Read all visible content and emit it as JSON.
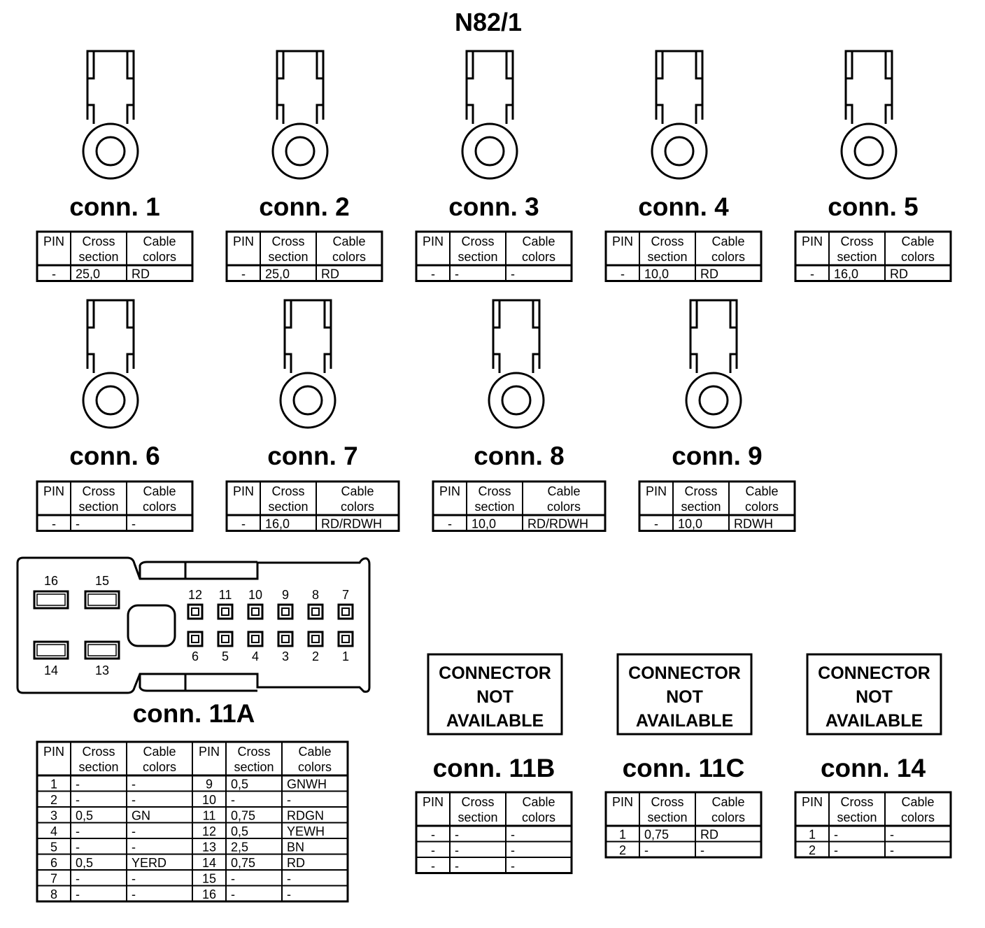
{
  "title": "N82/1",
  "headers": {
    "pin": "PIN",
    "cross": [
      "Cross",
      "section"
    ],
    "colors": [
      "Cable",
      "colors"
    ]
  },
  "ring_connectors": [
    {
      "label": "conn. 1",
      "rows": [
        [
          "-",
          "25,0",
          "RD"
        ]
      ]
    },
    {
      "label": "conn. 2",
      "rows": [
        [
          "-",
          "25,0",
          "RD"
        ]
      ]
    },
    {
      "label": "conn. 3",
      "rows": [
        [
          "-",
          "-",
          "-"
        ]
      ]
    },
    {
      "label": "conn. 4",
      "rows": [
        [
          "-",
          "10,0",
          "RD"
        ]
      ]
    },
    {
      "label": "conn. 5",
      "rows": [
        [
          "-",
          "16,0",
          "RD"
        ]
      ]
    },
    {
      "label": "conn. 6",
      "rows": [
        [
          "-",
          "-",
          "-"
        ]
      ]
    },
    {
      "label": "conn. 7",
      "rows": [
        [
          "-",
          "16,0",
          "RD/RDWH"
        ]
      ]
    },
    {
      "label": "conn. 8",
      "rows": [
        [
          "-",
          "10,0",
          "RD/RDWH"
        ]
      ]
    },
    {
      "label": "conn. 9",
      "rows": [
        [
          "-",
          "10,0",
          "RDWH"
        ]
      ]
    }
  ],
  "conn_11a": {
    "label": "conn. 11A",
    "pin_labels": {
      "top_row": [
        "12",
        "11",
        "10",
        "9",
        "8",
        "7"
      ],
      "bottom_row": [
        "6",
        "5",
        "4",
        "3",
        "2",
        "1"
      ],
      "large_top": [
        "16",
        "15"
      ],
      "large_bottom": [
        "14",
        "13"
      ]
    },
    "rows": [
      [
        "1",
        "-",
        "-",
        "9",
        "0,5",
        "GNWH"
      ],
      [
        "2",
        "-",
        "-",
        "10",
        "-",
        "-"
      ],
      [
        "3",
        "0,5",
        "GN",
        "11",
        "0,75",
        "RDGN"
      ],
      [
        "4",
        "-",
        "-",
        "12",
        "0,5",
        "YEWH"
      ],
      [
        "5",
        "-",
        "-",
        "13",
        "2,5",
        "BN"
      ],
      [
        "6",
        "0,5",
        "YERD",
        "14",
        "0,75",
        "RD"
      ],
      [
        "7",
        "-",
        "-",
        "15",
        "-",
        "-"
      ],
      [
        "8",
        "-",
        "-",
        "16",
        "-",
        "-"
      ]
    ]
  },
  "unavailable_connectors": [
    {
      "label": "conn. 11B",
      "notice": [
        "CONNECTOR",
        "NOT",
        "AVAILABLE"
      ],
      "rows": [
        [
          "-",
          "-",
          "-"
        ],
        [
          "-",
          "-",
          "-"
        ],
        [
          "-",
          "-",
          "-"
        ]
      ]
    },
    {
      "label": "conn. 11C",
      "notice": [
        "CONNECTOR",
        "NOT",
        "AVAILABLE"
      ],
      "rows": [
        [
          "1",
          "0,75",
          "RD"
        ],
        [
          "2",
          "-",
          "-"
        ]
      ]
    },
    {
      "label": "conn. 14",
      "notice": [
        "CONNECTOR",
        "NOT",
        "AVAILABLE"
      ],
      "rows": [
        [
          "1",
          "-",
          "-"
        ],
        [
          "2",
          "-",
          "-"
        ]
      ]
    }
  ]
}
